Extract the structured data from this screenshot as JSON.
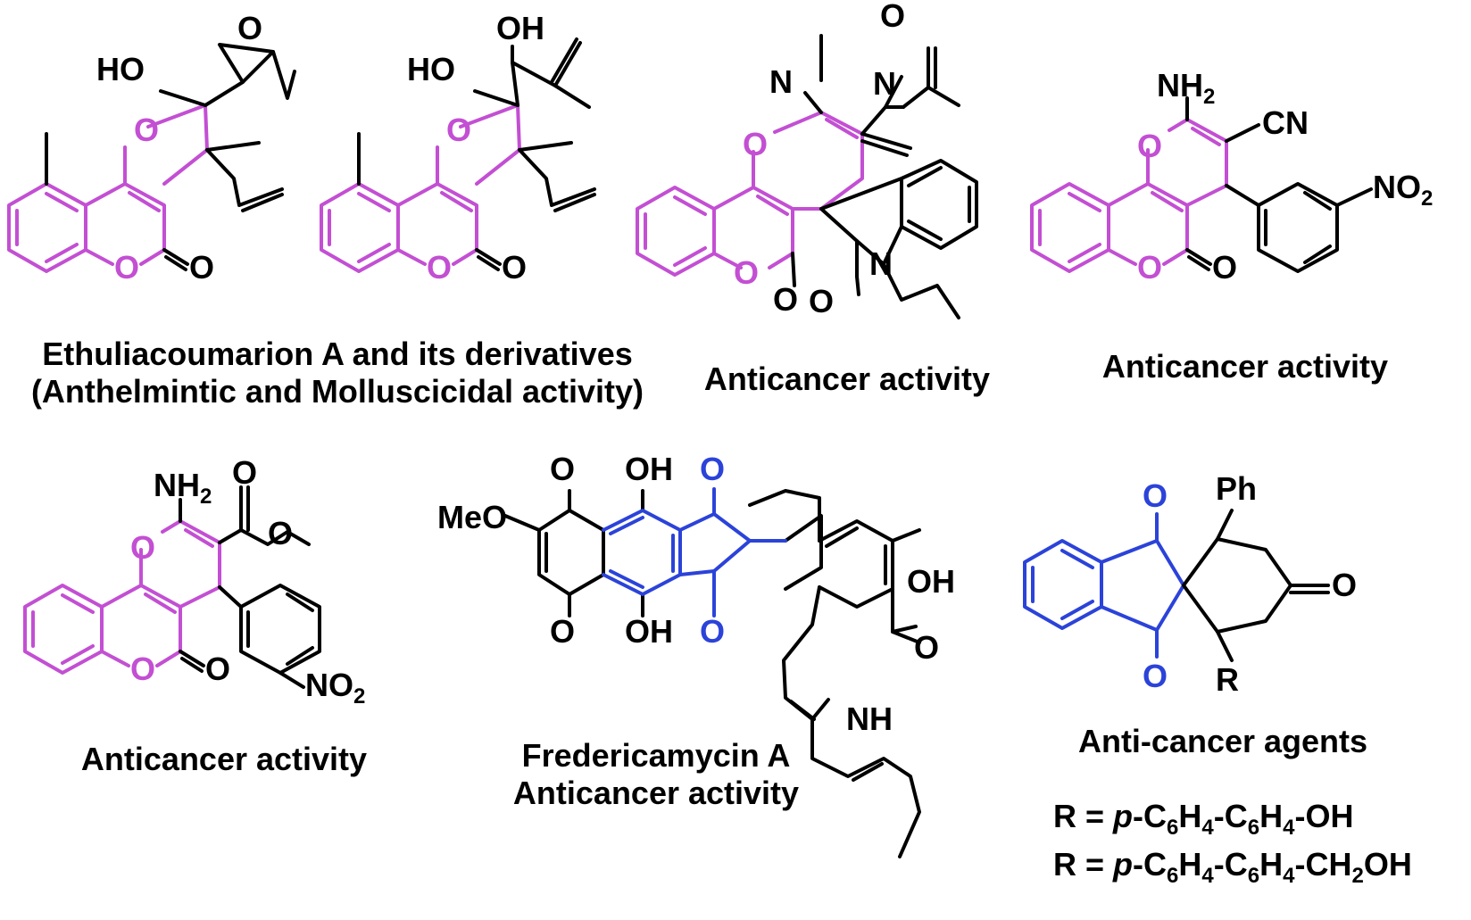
{
  "colors": {
    "ink": "#000000",
    "coumarin_core": "#c34fd3",
    "indanedione_core": "#2b43d9"
  },
  "captions": {
    "c1_line1": "Ethuliacoumarion A and its derivatives",
    "c1_line2": "(Anthelmintic and Molluscicidal activity)",
    "c2": "Anticancer activity",
    "c3": "Anticancer activity",
    "c4": "Anticancer activity",
    "c5_line1": "Fredericamycin A",
    "c5_line2": "Anticancer activity",
    "c6": "Anti-cancer agents"
  },
  "r_definitions": [
    {
      "prefix": "R = ",
      "italic": "p",
      "parts": [
        "-C",
        "6",
        "H",
        "4",
        "-C",
        "6",
        "H",
        "4",
        "-OH"
      ]
    },
    {
      "prefix": "R = ",
      "italic": "p",
      "parts": [
        "-C",
        "6",
        "H",
        "4",
        "-C",
        "6",
        "H",
        "4",
        "-CH",
        "2",
        "OH"
      ]
    }
  ],
  "atom_labels": {
    "ho": "HO",
    "oh": "OH",
    "o": "O",
    "n": "N",
    "nh": "NH",
    "nh2": "NH2",
    "cn": "CN",
    "no2": "NO2",
    "meo": "MeO",
    "ph": "Ph",
    "r": "R"
  }
}
